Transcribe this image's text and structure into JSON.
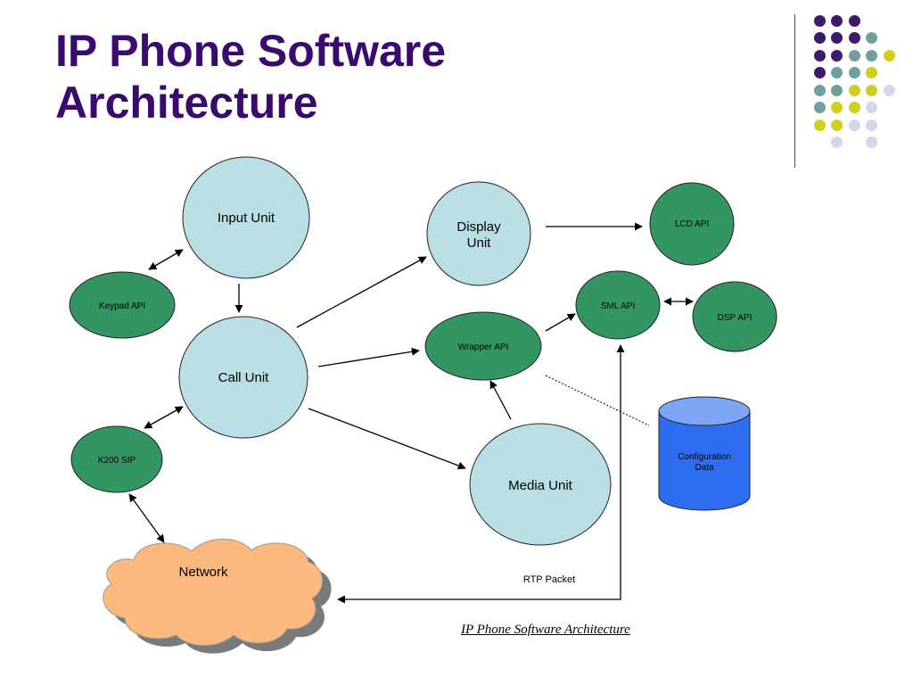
{
  "slide": {
    "title_line1": "IP Phone Software",
    "title_line2": "Architecture",
    "caption": "IP Phone Software Architecture"
  },
  "colors": {
    "title": "#3a0a6e",
    "unit_fill": "#b9dfe4",
    "api_fill": "#339562",
    "network_fill": "#fcb97d",
    "db_fill": "#2f6df0",
    "dot_purple": "#3d1a6b",
    "dot_teal": "#6f9f9f",
    "dot_yellow": "#cfcf1f",
    "dot_lavender": "#d6d6ea"
  },
  "decoration": {
    "dot_grid": [
      [
        "purple",
        "purple",
        "purple",
        null,
        null
      ],
      [
        "purple",
        "purple",
        "purple",
        "teal",
        null
      ],
      [
        "purple",
        "purple",
        "teal",
        "teal",
        "yellow"
      ],
      [
        "purple",
        "teal",
        "teal",
        "yellow",
        null
      ],
      [
        "teal",
        "teal",
        "yellow",
        "yellow",
        "lavender"
      ],
      [
        "teal",
        "yellow",
        "yellow",
        "lavender",
        null
      ],
      [
        "yellow",
        "yellow",
        "lavender",
        "lavender",
        null
      ],
      [
        null,
        "lavender",
        null,
        "lavender",
        null
      ]
    ]
  },
  "diagram": {
    "nodes": {
      "input_unit": "Input Unit",
      "call_unit": "Call Unit",
      "display_unit_line1": "Display",
      "display_unit_line2": "Unit",
      "media_unit": "Media Unit",
      "keypad_api": "Keypad API",
      "k200_sip": "K200 SIP",
      "wrapper_api": "Wrapper API",
      "sml_api": "SML API",
      "lcd_api": "LCD API",
      "dsp_api": "DSP API",
      "config_data_line1": "Configuration",
      "config_data_line2": "Data",
      "network": "Network"
    },
    "labels": {
      "rtp_packet": "RTP Packet"
    }
  }
}
